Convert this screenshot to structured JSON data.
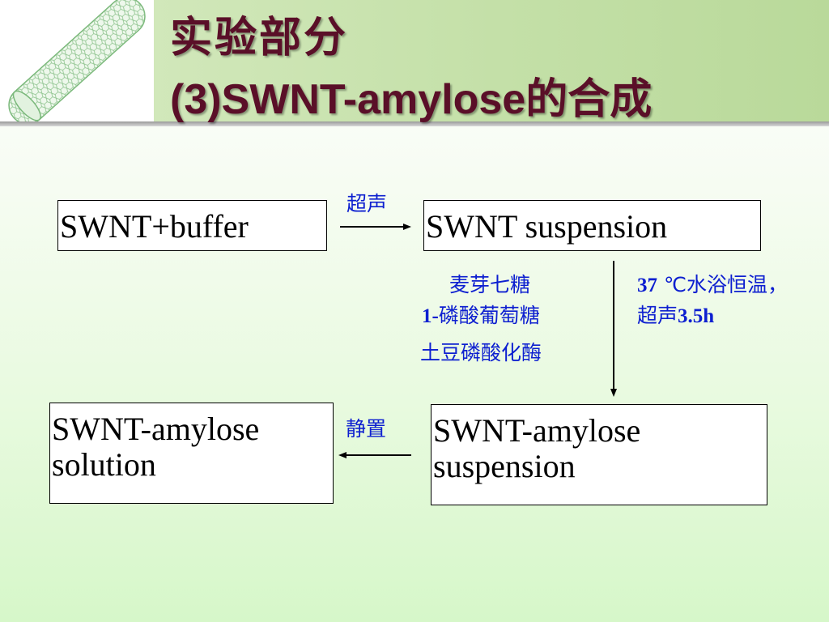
{
  "header": {
    "title_line1": "实验部分",
    "title_line2": "(3)SWNT-amylose的合成",
    "title_color": "#5a0f28",
    "background_color": "#c4e0a8"
  },
  "flow": {
    "start": "SWNT+buffer",
    "step1_label": "超声",
    "suspension": "SWNT suspension",
    "reagents": [
      "麦芽七糖",
      "1-磷酸葡萄糖",
      "土豆磷酸化酶"
    ],
    "conditions": [
      "37 ℃水浴恒温，",
      "超声3.5h"
    ],
    "amylose_suspension": [
      "SWNT-amylose",
      "suspension"
    ],
    "step3_label": "静置",
    "amylose_solution": [
      "SWNT-amylose",
      "solution"
    ],
    "label_color": "#0d1fd0"
  }
}
